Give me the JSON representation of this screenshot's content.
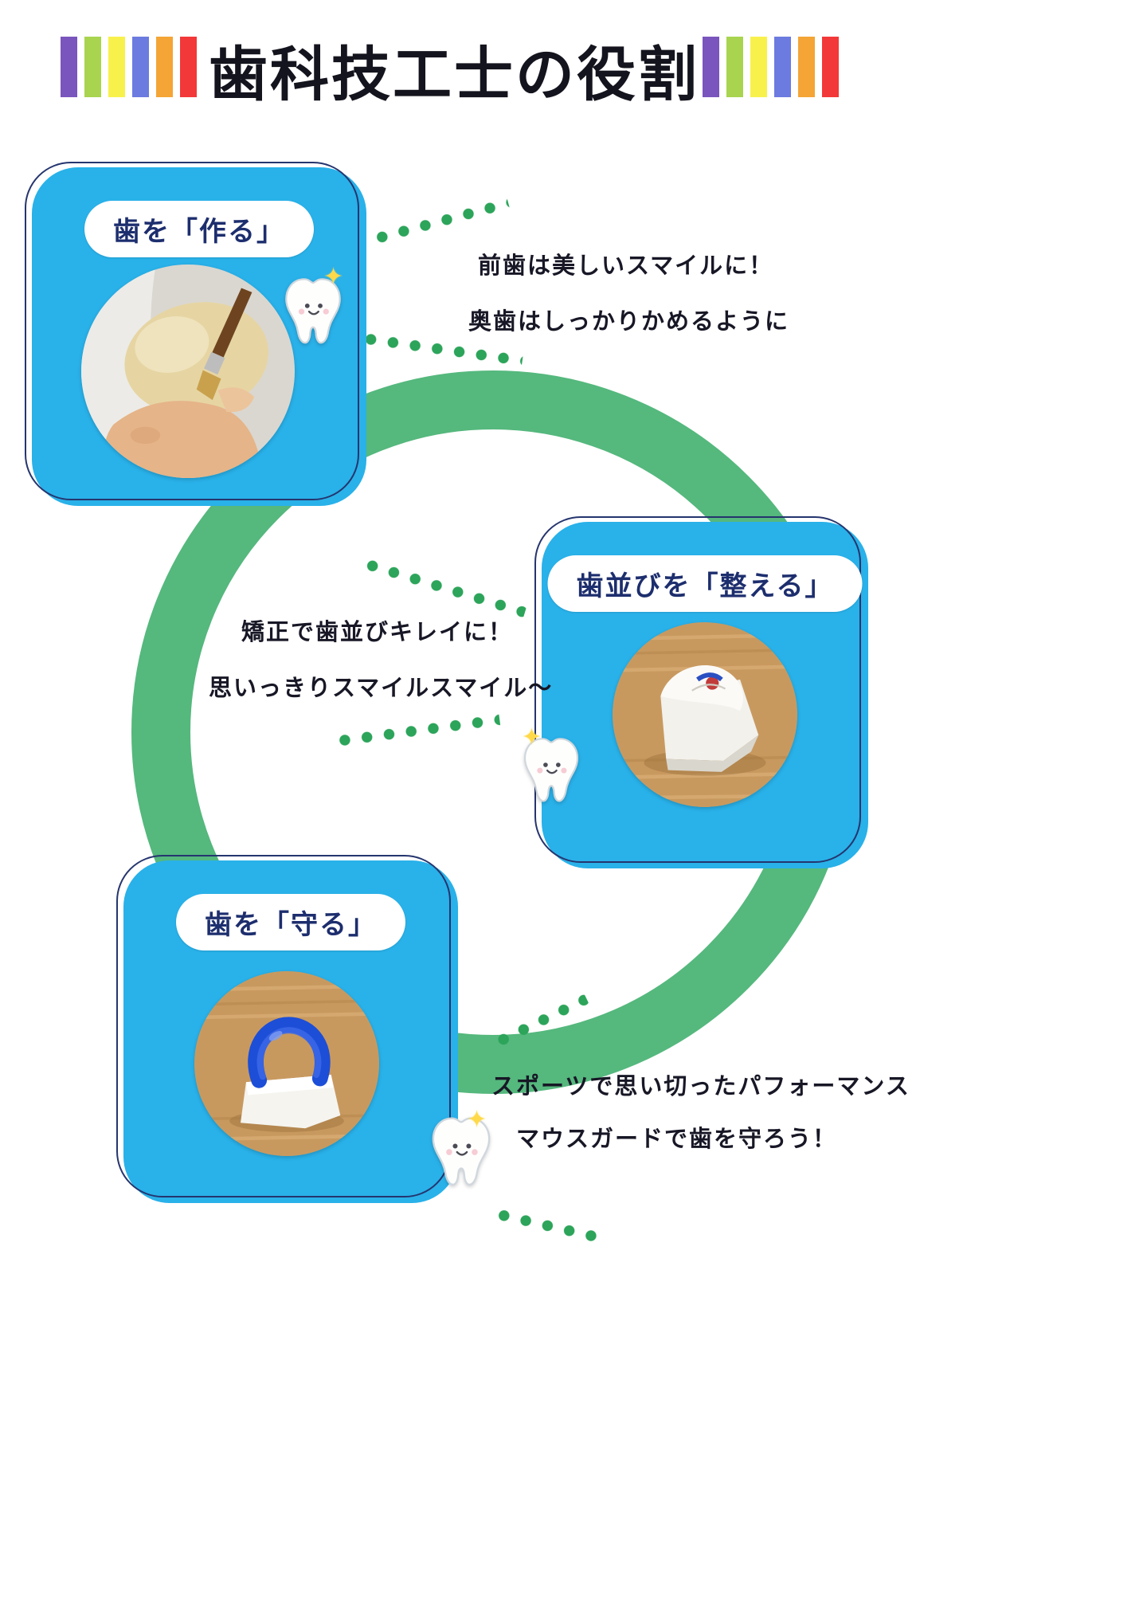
{
  "title": "歯科技工士の役割",
  "decor_colors": [
    "#7a55bd",
    "#a9d44f",
    "#f8f14c",
    "#6c7bdf",
    "#f4a535",
    "#f23838"
  ],
  "colors": {
    "card_blue": "#29b1e9",
    "ring_green": "#55b87d",
    "dot_green": "#2ca45a",
    "label_navy": "#1d2e6e",
    "text_dark": "#171726",
    "sparkle_yellow": "#ffd94a"
  },
  "icons": {
    "sparkle_char": "✦",
    "tooth_mascot": "tooth-mascot-icon"
  },
  "cards": [
    {
      "label": "歯を「作る」",
      "photo": "plaster-model-with-hands-photo"
    },
    {
      "label": "歯並びを「整える」",
      "photo": "orthodontic-plaster-model-photo"
    },
    {
      "label": "歯を「守る」",
      "photo": "blue-mouthguard-model-photo"
    }
  ],
  "annotations": [
    {
      "line1": "前歯は美しいスマイルに！",
      "line2": "奥歯はしっかりかめるように"
    },
    {
      "line1": "矯正で歯並びキレイに！",
      "line2": "思いっきりスマイルスマイル～"
    },
    {
      "line1": "スポーツで思い切ったパフォーマンス",
      "line2": "マウスガードで歯を守ろう！"
    }
  ]
}
